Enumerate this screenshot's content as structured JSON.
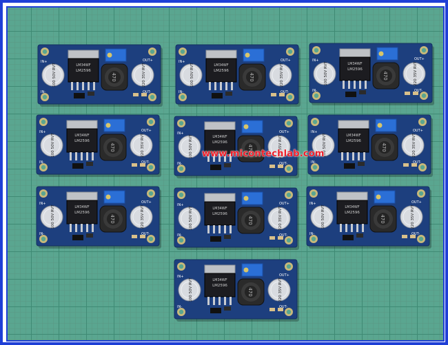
{
  "image": {
    "watermark": "www.micontechlab.com",
    "board": {
      "chip_text": "LM2596",
      "chip_maker": "LM34WF",
      "inductor_text": "470",
      "cap_left": [
        "100",
        "50V",
        "RVT"
      ],
      "cap_right": [
        "220",
        "35V",
        "RVT"
      ],
      "pin_in_plus": "IN+",
      "pin_in_minus": "IN-",
      "pin_out_plus": "OUT+",
      "pin_out_minus": "OUT-"
    },
    "board_count": 10,
    "colors": {
      "mat_green": "#5aa690",
      "pcb_blue": "#1d3f7e",
      "frame_blue": "#1f3fd6",
      "watermark_red": "#ee1f2a"
    }
  }
}
